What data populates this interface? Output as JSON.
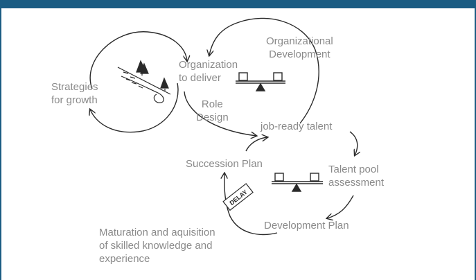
{
  "colors": {
    "frame": "#1b5c83",
    "ink": "#2a2a2a",
    "label": "#8a8a8a"
  },
  "labels": {
    "strategies": "Strategies\nfor growth",
    "organization": "Organization\nto deliver",
    "org_development": "Organizational\nDevelopment",
    "role_design": "Role\nDesign",
    "job_ready": "job-ready talent",
    "succession": "Succession Plan",
    "talent_pool": "Talent pool\nassessment",
    "development_plan": "Development Plan",
    "maturation": "Maturation and aquisition\nof skilled knowledge and\nexperience",
    "delay": "DELAY"
  },
  "icons": {
    "balance_top": "balance-scale-icon",
    "balance_bottom": "balance-scale-icon",
    "hill_sketch": "hill-with-trees-icon"
  }
}
